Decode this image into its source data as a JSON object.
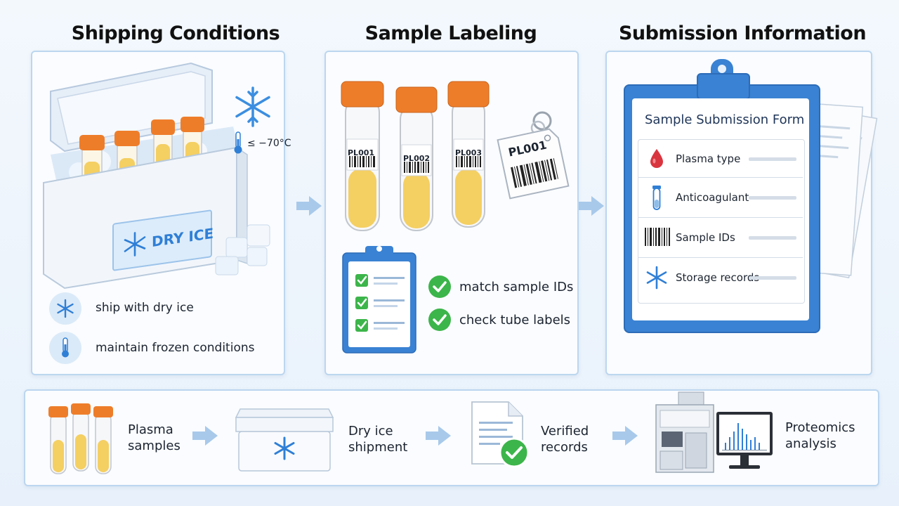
{
  "headings": {
    "shipping": "Shipping Conditions",
    "labeling": "Sample Labeling",
    "submission": "Submission Information"
  },
  "shipping": {
    "temperature": "≤ −70°C",
    "box_label": "DRY ICE",
    "bullets": [
      "ship with dry ice",
      "maintain frozen conditions"
    ]
  },
  "labeling": {
    "tube_ids": [
      "PL001",
      "PL002",
      "PL003"
    ],
    "tag_id": "PL001",
    "checks": [
      "match sample IDs",
      "check tube labels"
    ]
  },
  "submission": {
    "form_title": "Sample Submission Form",
    "rows": [
      {
        "label": "Plasma type",
        "icon": "blood-drop-icon"
      },
      {
        "label": "Anticoagulant",
        "icon": "test-tube-icon"
      },
      {
        "label": "Sample IDs",
        "icon": "barcode-icon"
      },
      {
        "label": "Storage records",
        "icon": "snowflake-icon"
      }
    ]
  },
  "workflow": {
    "steps": [
      {
        "line1": "Plasma",
        "line2": "samples"
      },
      {
        "line1": "Dry ice",
        "line2": "shipment"
      },
      {
        "line1": "Verified",
        "line2": "records"
      },
      {
        "line1": "Proteomics",
        "line2": "analysis"
      }
    ]
  },
  "colors": {
    "accent_blue": "#2f7fd6",
    "tube_cap": "#ee7d2a",
    "plasma": "#f4cf62",
    "check_green": "#3cb54a",
    "panel_border": "#bcd6ef"
  }
}
